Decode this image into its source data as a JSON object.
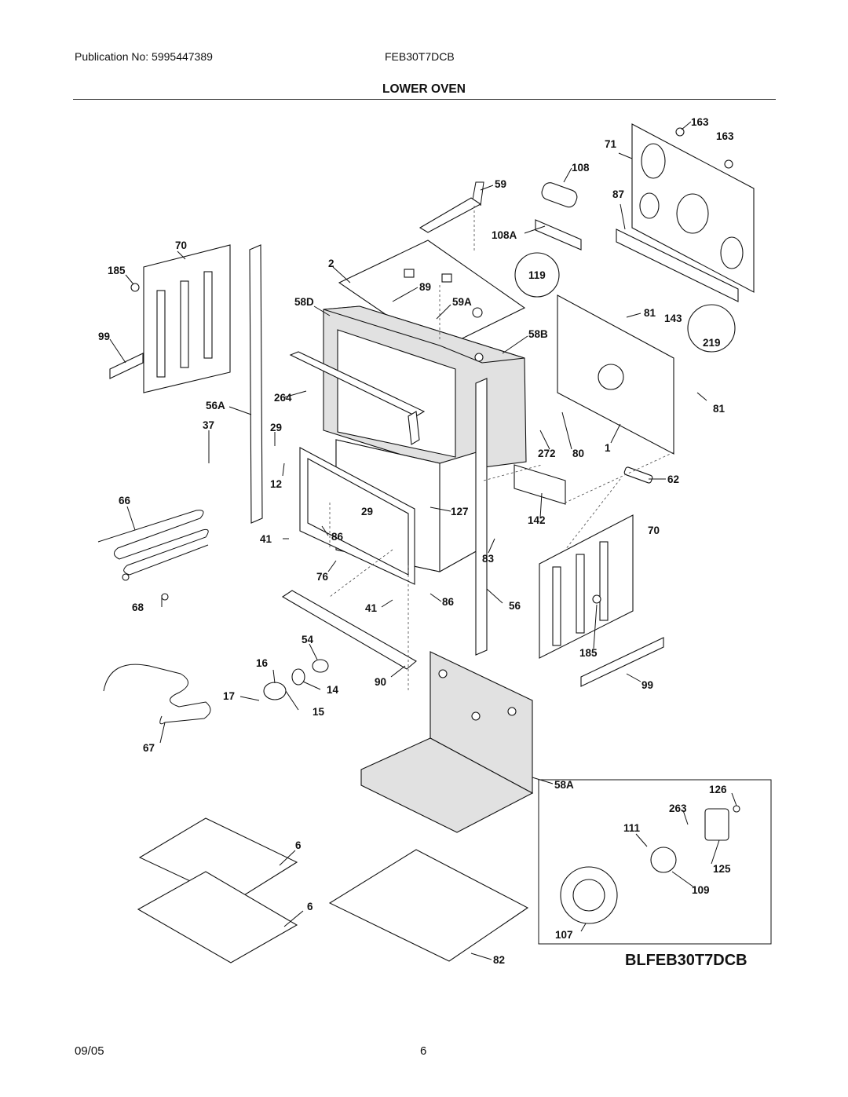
{
  "header": {
    "publication": "Publication No: 5995447389",
    "model": "FEB30T7DCB",
    "title": "LOWER OVEN"
  },
  "footer": {
    "date": "09/05",
    "page": "6"
  },
  "inset_label": "BLFEB30T7DCB",
  "callouts": [
    "163",
    "163",
    "71",
    "108",
    "59",
    "87",
    "108A",
    "2",
    "89",
    "70",
    "185",
    "119",
    "58D",
    "59A",
    "81",
    "143",
    "99",
    "58B",
    "219",
    "264",
    "56A",
    "81",
    "37",
    "29",
    "272",
    "80",
    "1",
    "12",
    "62",
    "66",
    "127",
    "29",
    "142",
    "70",
    "41",
    "86",
    "83",
    "76",
    "41",
    "86",
    "56",
    "68",
    "185",
    "54",
    "16",
    "90",
    "99",
    "14",
    "17",
    "15",
    "67",
    "58A",
    "126",
    "263",
    "111",
    "6",
    "125",
    "109",
    "6",
    "107",
    "82"
  ]
}
